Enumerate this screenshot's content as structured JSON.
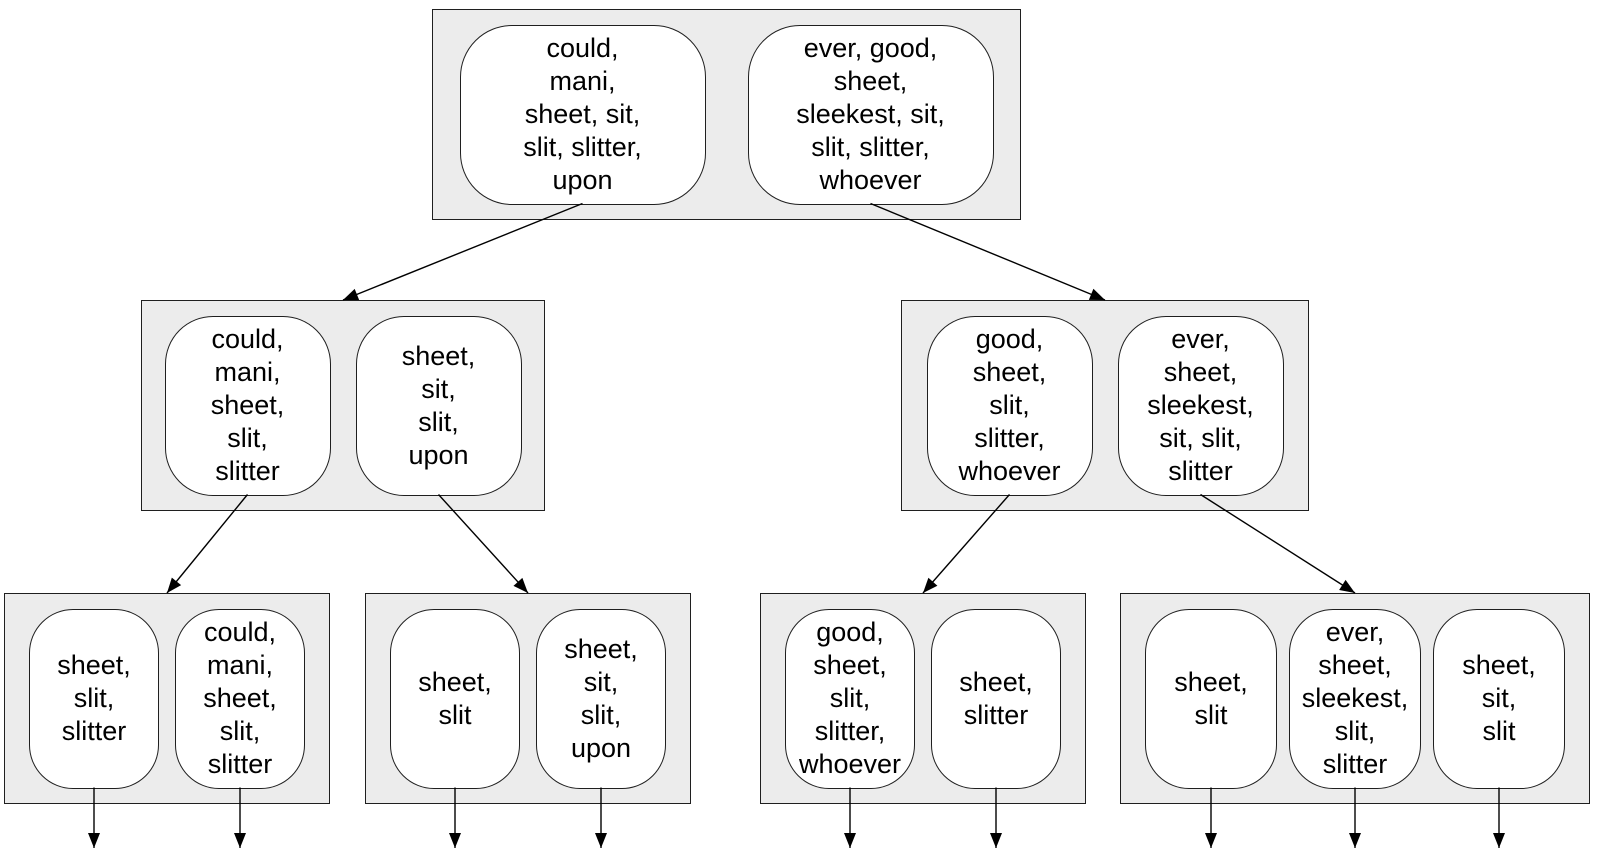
{
  "diagram": {
    "type": "b-tree-index-diagram",
    "colors": {
      "group_fill": "#ececec",
      "group_border": "#1f1f1f",
      "key_fill": "#ffffff",
      "key_border": "#1f1f1f",
      "text": "#000000",
      "arrow": "#000000"
    },
    "root": {
      "keys": [
        "could,\nmani,\nsheet, sit,\nslit, slitter,\nupon",
        "ever, good,\nsheet,\nsleekest, sit,\nslit, slitter,\nwhoever"
      ]
    },
    "level2": [
      {
        "keys": [
          "could,\nmani,\nsheet,\nslit,\nslitter",
          "sheet,\nsit,\nslit,\nupon"
        ]
      },
      {
        "keys": [
          "good,\nsheet,\nslit,\nslitter,\nwhoever",
          "ever,\nsheet,\nsleekest,\nsit, slit,\nslitter"
        ]
      }
    ],
    "level3": [
      {
        "keys": [
          "sheet,\nslit,\nslitter",
          "could,\nmani,\nsheet,\nslit,\nslitter"
        ]
      },
      {
        "keys": [
          "sheet,\nslit",
          "sheet,\nsit,\nslit,\nupon"
        ]
      },
      {
        "keys": [
          "good,\nsheet,\nslit,\nslitter,\nwhoever",
          "sheet,\nslitter"
        ]
      },
      {
        "keys": [
          "sheet,\nslit",
          "ever,\nsheet,\nsleekest,\nslit,\nslitter",
          "sheet,\nsit,\nslit"
        ]
      }
    ],
    "edges": [
      {
        "from": "root-k0",
        "to": "n20"
      },
      {
        "from": "root-k1",
        "to": "n21"
      },
      {
        "from": "n20-k0",
        "to": "n30"
      },
      {
        "from": "n20-k1",
        "to": "n31"
      },
      {
        "from": "n21-k0",
        "to": "n32"
      },
      {
        "from": "n21-k1",
        "to": "n33"
      }
    ],
    "leaf_arrows": [
      "n30-k0",
      "n30-k1",
      "n31-k0",
      "n31-k1",
      "n32-k0",
      "n32-k1",
      "n33-k0",
      "n33-k1",
      "n33-k2"
    ]
  }
}
